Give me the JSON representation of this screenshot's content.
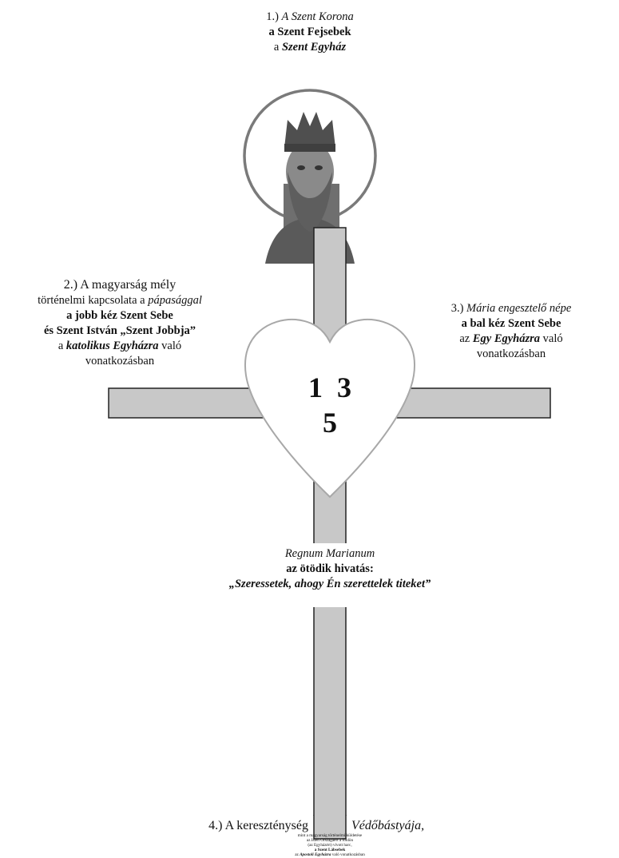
{
  "top": {
    "num": "1.)",
    "italic1": "A Szent Korona",
    "line2": "a Szent Fejsebek",
    "line3_pre": "a",
    "line3_bi": "Szent Egyház"
  },
  "left": {
    "line1": "2.) A magyarság mély",
    "line2_pre": "történelmi kapcsolata a",
    "line2_it": "pápasággal",
    "line3": "a jobb kéz Szent Sebe",
    "line4": "és Szent István „Szent Jobbja”",
    "line5_pre": "a",
    "line5_bi": "katolikus Egyházra",
    "line5_post": "való",
    "line6": "vonatkozásban"
  },
  "right": {
    "line1_num": "3.)",
    "line1_it": "Mária engesztelő népe",
    "line2": "a bal kéz Szent Sebe",
    "line3_pre": "az",
    "line3_bi": "Egy Egyházra",
    "line3_post": "való",
    "line4": "vonatkozásban"
  },
  "heart": {
    "num_row1": "1  3",
    "num_row2": "5"
  },
  "center": {
    "line1": "Regnum Marianum",
    "line2": "az ötödik hivatás:",
    "line3": "„Szeressetek, ahogy Én szerettelek titeket”"
  },
  "bottom": {
    "left_text": "4.) A kereszténység",
    "right_text": "Védőbástyája,",
    "line2": "mint a magyarság történelmi küldetése",
    "line3": "az Isten Országáért a földön",
    "line4": "(az Egyházért) vívott harc,",
    "line5": "a Szent Lábsebek",
    "line6_pre": "az",
    "line6_bi": "Apostoli Egyházra",
    "line6_post": "való vonatkozásban"
  },
  "colors": {
    "cross_fill": "#c8c8c8",
    "cross_stroke": "#222222",
    "heart_stroke": "#a0a0a0",
    "halo": "#7a7a7a"
  }
}
